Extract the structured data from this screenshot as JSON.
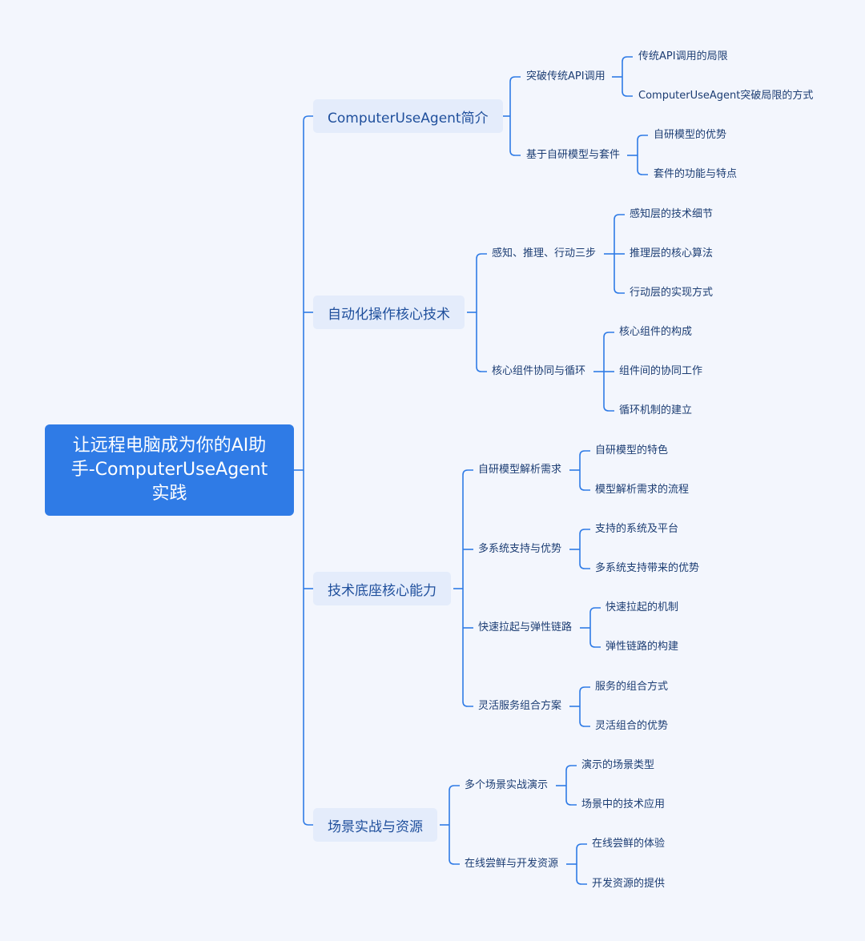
{
  "root": {
    "title": "让远程电脑成为你的AI助手-ComputerUseAgent实践"
  },
  "branches": [
    {
      "label": "ComputerUseAgent简介",
      "children": [
        {
          "label": "突破传统API调用",
          "children": [
            "传统API调用的局限",
            "ComputerUseAgent突破局限的方式"
          ]
        },
        {
          "label": "基于自研模型与套件",
          "children": [
            "自研模型的优势",
            "套件的功能与特点"
          ]
        }
      ]
    },
    {
      "label": "自动化操作核心技术",
      "children": [
        {
          "label": "感知、推理、行动三步",
          "children": [
            "感知层的技术细节",
            "推理层的核心算法",
            "行动层的实现方式"
          ]
        },
        {
          "label": "核心组件协同与循环",
          "children": [
            "核心组件的构成",
            "组件间的协同工作",
            "循环机制的建立"
          ]
        }
      ]
    },
    {
      "label": "技术底座核心能力",
      "children": [
        {
          "label": "自研模型解析需求",
          "children": [
            "自研模型的特色",
            "模型解析需求的流程"
          ]
        },
        {
          "label": "多系统支持与优势",
          "children": [
            "支持的系统及平台",
            "多系统支持带来的优势"
          ]
        },
        {
          "label": "快速拉起与弹性链路",
          "children": [
            "快速拉起的机制",
            "弹性链路的构建"
          ]
        },
        {
          "label": "灵活服务组合方案",
          "children": [
            "服务的组合方式",
            "灵活组合的优势"
          ]
        }
      ]
    },
    {
      "label": "场景实战与资源",
      "children": [
        {
          "label": "多个场景实战演示",
          "children": [
            "演示的场景类型",
            "场景中的技术应用"
          ]
        },
        {
          "label": "在线尝鲜与开发资源",
          "children": [
            "在线尝鲜的体验",
            "开发资源的提供"
          ]
        }
      ]
    }
  ],
  "colors": {
    "background": "#f3f6fd",
    "root_fill": "#2f7be6",
    "branch_fill": "#e4ecfb",
    "connector": "#2f7be6",
    "text_dark": "#1c3d73"
  }
}
